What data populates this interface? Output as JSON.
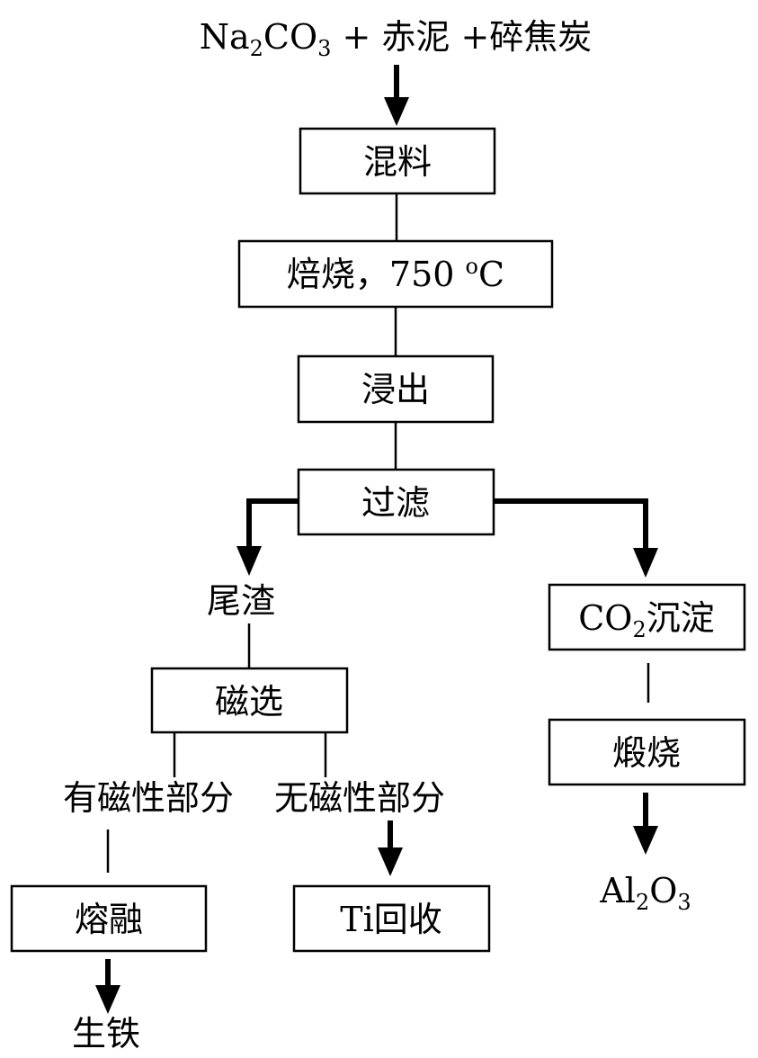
{
  "diagram": {
    "input": {
      "na2co3_main": "Na",
      "na2co3_sub1": "2",
      "na2co3_mid": "CO",
      "na2co3_sub2": "3",
      "rest": " + 赤泥 +碎焦炭"
    },
    "steps": {
      "mix": "混料",
      "roast": "焙烧，750 ",
      "roast_deg": "o",
      "roast_unit": "C",
      "leach": "浸出",
      "filter": "过滤",
      "residue": "尾渣",
      "magnetic_sep": "磁选",
      "magnetic_part": "有磁性部分",
      "nonmagnetic_part": "无磁性部分",
      "smelt": "熔融",
      "pig_iron": "生铁",
      "ti_recovery": "Ti回收",
      "co2_main": "CO",
      "co2_sub": "2",
      "co2_rest": "沉淀",
      "calcine": "煅烧",
      "al2o3_a": "Al",
      "al2o3_sub1": "2",
      "al2o3_b": "O",
      "al2o3_sub2": "3"
    }
  }
}
